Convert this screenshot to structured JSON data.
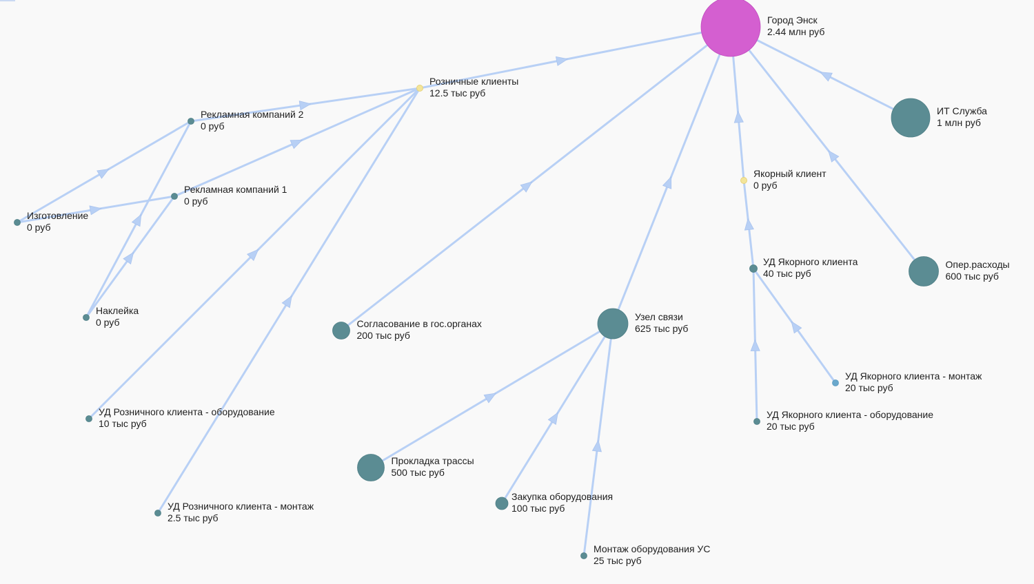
{
  "colors": {
    "background": "#f9f9f9",
    "edge": "#b8d0f5",
    "node_default": "#5b8c93",
    "node_root": "#d45fd0",
    "node_intermediate": "#f3e59a",
    "node_leaf_light": "#6aa8cc"
  },
  "nodes": [
    {
      "id": "root",
      "name": "Город Энск",
      "value": "2.44 млн руб",
      "kind": "root"
    },
    {
      "id": "retail",
      "name": "Розничные клиенты",
      "value": "12.5 тыс руб",
      "kind": "intermediate"
    },
    {
      "id": "ad2",
      "name": "Рекламная компаний 2",
      "value": "0 руб",
      "kind": "default"
    },
    {
      "id": "ad1",
      "name": "Рекламная компаний 1",
      "value": "0 руб",
      "kind": "default"
    },
    {
      "id": "make",
      "name": "Изготовление",
      "value": "0 руб",
      "kind": "default"
    },
    {
      "id": "sticker",
      "name": "Наклейка",
      "value": "0 руб",
      "kind": "default"
    },
    {
      "id": "ud_retail_eq",
      "name": "УД Розничного клиента - оборудование",
      "value": "10 тыс руб",
      "kind": "default"
    },
    {
      "id": "ud_retail_mnt",
      "name": "УД Розничного клиента - монтаж",
      "value": "2.5 тыс руб",
      "kind": "default"
    },
    {
      "id": "approval",
      "name": "Согласование в гос.органах",
      "value": "200 тыс руб",
      "kind": "default"
    },
    {
      "id": "hub",
      "name": "Узел связи",
      "value": "625 тыс руб",
      "kind": "default"
    },
    {
      "id": "route",
      "name": "Прокладка трассы",
      "value": "500 тыс руб",
      "kind": "default"
    },
    {
      "id": "purchase",
      "name": "Закупка оборудования",
      "value": "100 тыс руб",
      "kind": "default"
    },
    {
      "id": "hub_mnt",
      "name": "Монтаж оборудования УС",
      "value": "25 тыс руб",
      "kind": "default"
    },
    {
      "id": "anchor",
      "name": "Якорный клиент",
      "value": "0 руб",
      "kind": "intermediate"
    },
    {
      "id": "ud_anchor",
      "name": "УД Якорного клиента",
      "value": "40 тыс руб",
      "kind": "default"
    },
    {
      "id": "ud_anchor_mnt",
      "name": "УД Якорного клиента - монтаж",
      "value": "20 тыс руб",
      "kind": "leaf_light"
    },
    {
      "id": "ud_anchor_eq",
      "name": "УД Якорного клиента - оборудование",
      "value": "20 тыс руб",
      "kind": "default"
    },
    {
      "id": "it",
      "name": "ИТ Служба",
      "value": "1 млн руб",
      "kind": "default"
    },
    {
      "id": "opex",
      "name": "Опер.расходы",
      "value": "600 тыс руб",
      "kind": "default"
    }
  ],
  "edges": [
    {
      "from": "retail",
      "to": "root"
    },
    {
      "from": "approval",
      "to": "root"
    },
    {
      "from": "hub",
      "to": "root"
    },
    {
      "from": "anchor",
      "to": "root"
    },
    {
      "from": "opex",
      "to": "root"
    },
    {
      "from": "it",
      "to": "root"
    },
    {
      "from": "ad2",
      "to": "retail"
    },
    {
      "from": "ad1",
      "to": "retail"
    },
    {
      "from": "ud_retail_eq",
      "to": "retail"
    },
    {
      "from": "ud_retail_mnt",
      "to": "retail"
    },
    {
      "from": "make",
      "to": "ad2"
    },
    {
      "from": "make",
      "to": "ad1"
    },
    {
      "from": "sticker",
      "to": "ad2"
    },
    {
      "from": "sticker",
      "to": "ad1"
    },
    {
      "from": "route",
      "to": "hub"
    },
    {
      "from": "purchase",
      "to": "hub"
    },
    {
      "from": "hub_mnt",
      "to": "hub"
    },
    {
      "from": "ud_anchor",
      "to": "anchor"
    },
    {
      "from": "ud_anchor_mnt",
      "to": "ud_anchor"
    },
    {
      "from": "ud_anchor_eq",
      "to": "ud_anchor"
    }
  ]
}
